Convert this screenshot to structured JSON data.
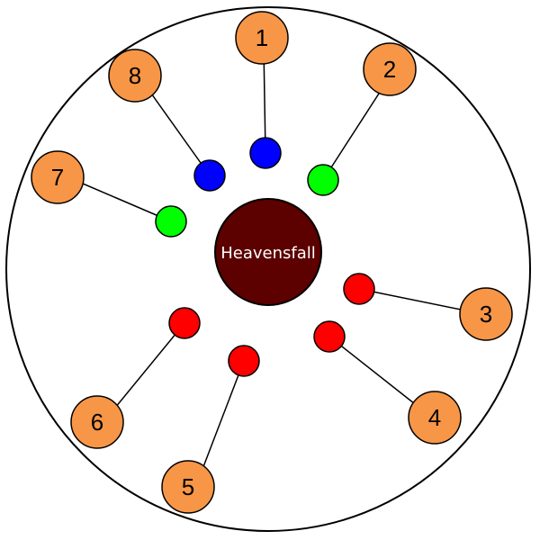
{
  "center": {
    "label": "Heavensfall",
    "fill": "#5C0000"
  },
  "colors": {
    "position_fill": "#F79646",
    "blue": "#0000FF",
    "green": "#00FF00",
    "red": "#FF0000",
    "outline": "#000000"
  },
  "positions": [
    {
      "label": "1",
      "marker_color": "blue"
    },
    {
      "label": "2",
      "marker_color": "green"
    },
    {
      "label": "3",
      "marker_color": "red"
    },
    {
      "label": "4",
      "marker_color": "red"
    },
    {
      "label": "5",
      "marker_color": "red"
    },
    {
      "label": "6",
      "marker_color": "red"
    },
    {
      "label": "7",
      "marker_color": "green"
    },
    {
      "label": "8",
      "marker_color": "blue"
    }
  ]
}
